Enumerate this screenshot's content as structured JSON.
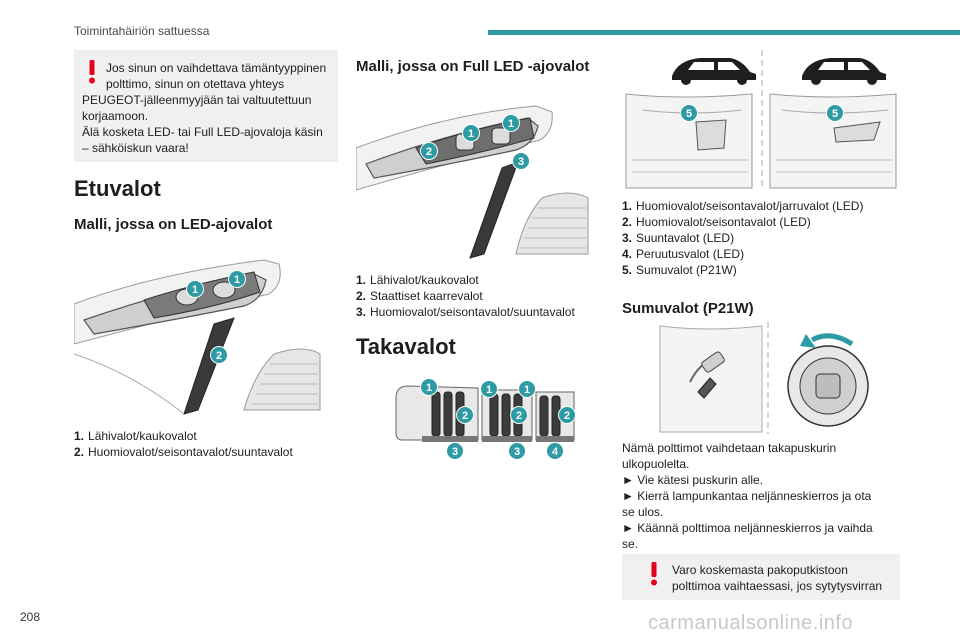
{
  "header": {
    "title": "Toimintahäiriön sattuessa"
  },
  "page_number": "208",
  "watermark": "carmanualsonline.info",
  "warning_top": {
    "lines": [
      "Jos sinun on vaihdettava tämäntyyppinen",
      "polttimo, sinun on otettava yhteys",
      "PEUGEOT-jälleenmyyjään tai valtuutettuun",
      "korjaamoon.",
      "Älä kosketa LED- tai Full LED-ajovaloja käsin",
      "– sähköiskun vaara!"
    ]
  },
  "section_etuvalot": {
    "title": "Etuvalot"
  },
  "led": {
    "title": "Malli, jossa on LED-ajovalot",
    "callouts": [
      "1",
      "1",
      "2"
    ],
    "items": [
      {
        "n": "1.",
        "text": "Lähivalot/kaukovalot"
      },
      {
        "n": "2.",
        "text": "Huomiovalot/seisontavalot/suuntavalot"
      }
    ]
  },
  "full_led": {
    "title": "Malli, jossa on Full LED -ajovalot",
    "callouts": [
      "1",
      "1",
      "2",
      "3"
    ],
    "items": [
      {
        "n": "1.",
        "text": "Lähivalot/kaukovalot"
      },
      {
        "n": "2.",
        "text": "Staattiset kaarrevalot"
      },
      {
        "n": "3.",
        "text": "Huomiovalot/seisontavalot/suuntavalot"
      }
    ]
  },
  "takavalot": {
    "title": "Takavalot",
    "callouts": [
      "1",
      "1",
      "1",
      "2",
      "2",
      "2",
      "3",
      "3",
      "4"
    ]
  },
  "rear_fig": {
    "callouts": [
      "5",
      "5"
    ],
    "items": [
      {
        "n": "1.",
        "text": "Huomiovalot/seisontavalot/jarruvalot (LED)"
      },
      {
        "n": "2.",
        "text": "Huomiovalot/seisontavalot (LED)"
      },
      {
        "n": "3.",
        "text": "Suuntavalot (LED)"
      },
      {
        "n": "4.",
        "text": "Peruutusvalot (LED)"
      },
      {
        "n": "5.",
        "text": "Sumuvalot (P21W)"
      }
    ]
  },
  "sumuvalot": {
    "title": "Sumuvalot (P21W)",
    "paragraph_lines": [
      "Nämä polttimot vaihdetaan takapuskurin",
      "ulkopuolelta.",
      "► Vie kätesi puskurin alle.",
      "► Kierrä lampunkantaa neljänneskierros ja ota",
      "se ulos.",
      "► Käännä polttimoa neljänneskierros ja vaihda",
      "se."
    ]
  },
  "warning_bottom": {
    "lines": [
      "Varo koskemasta pakoputkistoon",
      "polttimoa vaihtaessasi, jos sytytysvirran"
    ]
  },
  "colors": {
    "accent": "#2d9aa4",
    "warning": "#e2001a",
    "box_bg": "#f0f0f0"
  }
}
